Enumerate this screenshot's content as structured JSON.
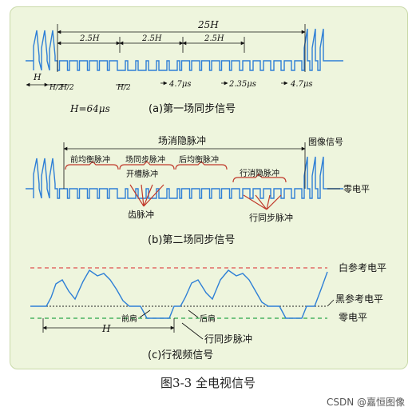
{
  "fig1": {
    "total": "25H",
    "spans": [
      "2.5H",
      "2.5H",
      "2.5H"
    ],
    "h": "H",
    "half1": "H/2",
    "half2": "H/2",
    "half3": "H/2",
    "t47a": "4.7μs",
    "t235": "2.35μs",
    "t47b": "4.7μs",
    "hdef": "H=64μs",
    "caption": "(a)第一场同步信号"
  },
  "fig2": {
    "blank": "场消隐脉冲",
    "image": "图像信号",
    "pre": "前均衡脉冲",
    "fsync": "场同步脉冲",
    "post": "后均衡脉冲",
    "slot": "开槽脉冲",
    "lblank": "行消隐脉冲",
    "zero": "零电平",
    "serr": "齿脉冲",
    "lsync": "行同步脉冲",
    "caption": "(b)第二场同步信号"
  },
  "fig3": {
    "white": "白参考电平",
    "black": "黑参考电平",
    "zero": "零电平",
    "front": "前肩",
    "back": "后肩",
    "h": "H",
    "lsync": "行同步脉冲",
    "caption": "(c)行视频信号"
  },
  "figure_caption": "图3-3 全电视信号",
  "watermark": "CSDN @嘉恒图像",
  "colors": {
    "signal": "#2e7fd6",
    "white_line": "#e05050",
    "zero_line": "#2aa84a",
    "bracket": "#c0392b",
    "frame": "#eef5dd"
  }
}
